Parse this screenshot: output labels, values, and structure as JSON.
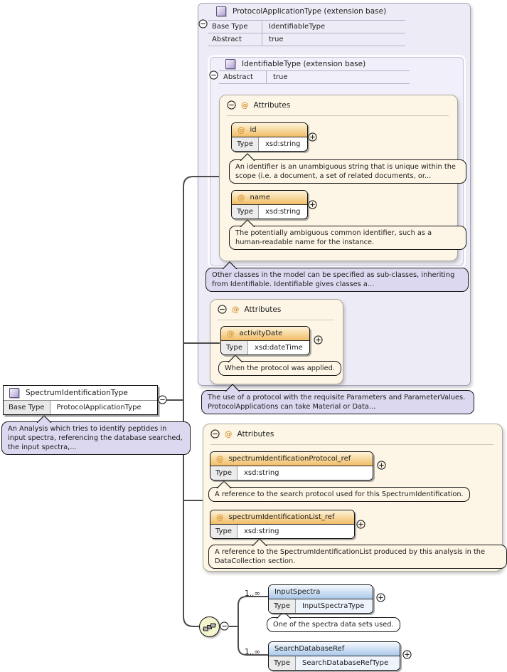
{
  "labels": {
    "attributes": "Attributes",
    "type": "Type",
    "at": "@"
  },
  "classes": {
    "protocolApplication": {
      "title": "ProtocolApplicationType (extension base)",
      "baseTypeLabel": "Base Type",
      "baseType": "IdentifiableType",
      "abstractLabel": "Abstract",
      "abstract": "true",
      "doc": "The use of a protocol with the requisite Parameters and ParameterValues. ProtocolApplications can take Material or Data..."
    },
    "identifiable": {
      "title": "IdentifiableType (extension base)",
      "abstractLabel": "Abstract",
      "abstract": "true",
      "doc": "Other classes in the model can be specified as sub-classes, inheriting from Identifiable. Identifiable gives classes a..."
    },
    "spectrumIdentification": {
      "title": "SpectrumIdentificationType",
      "baseTypeLabel": "Base Type",
      "baseType": "ProtocolApplicationType",
      "doc": "An Analysis which tries to identify peptides in input spectra, referencing the database searched, the input spectra,..."
    }
  },
  "attributes": {
    "id": {
      "name": "id",
      "type": "xsd:string",
      "doc": "An identifier is an unambiguous string that is unique within the scope (i.e. a document, a set of related documents, or..."
    },
    "name": {
      "name": "name",
      "type": "xsd:string",
      "doc": "The potentially ambiguous common identifier, such as a human-readable name for the instance."
    },
    "activityDate": {
      "name": "activityDate",
      "type": "xsd:dateTime",
      "doc": "When the protocol was applied."
    },
    "spectrumIdentificationProtocolRef": {
      "name": "spectrumIdentificationProtocol_ref",
      "type": "xsd:string",
      "doc": "A reference to the search protocol used for this SpectrumIdentification."
    },
    "spectrumIdentificationListRef": {
      "name": "spectrumIdentificationList_ref",
      "type": "xsd:string",
      "doc": "A reference to the SpectrumIdentificationList produced by this analysis in the DataCollection section."
    }
  },
  "elements": {
    "inputSpectra": {
      "cardinality": "1..∞",
      "name": "InputSpectra",
      "type": "InputSpectraType",
      "doc": "One of the spectra data sets used."
    },
    "searchDatabaseRef": {
      "cardinality": "1..∞",
      "name": "SearchDatabaseRef",
      "type": "SearchDatabaseRefType"
    }
  },
  "colors": {
    "panelLavender": "#edecf6",
    "panelCream": "#fdf6e6",
    "attributeHeaderOrange": "#f2bd66",
    "elementHeaderBlue": "#aac8ea",
    "calloutLavender": "#dbd8f0",
    "sequenceYellow": "#f5f5cd",
    "atSign": "#d89b3b",
    "connector": "#4d4d4d"
  }
}
